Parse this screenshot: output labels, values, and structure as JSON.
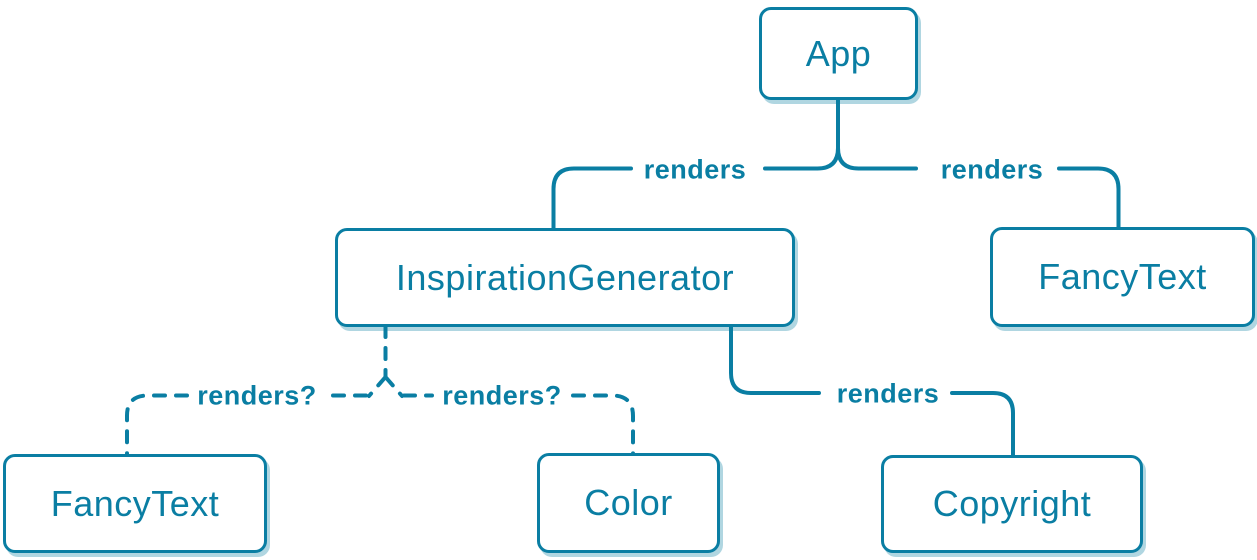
{
  "colors": {
    "accent": "#0a7ea3",
    "background": "#ffffff"
  },
  "nodes": [
    {
      "id": "app",
      "label": "App"
    },
    {
      "id": "inspiration-generator",
      "label": "InspirationGenerator"
    },
    {
      "id": "fancy-text-top",
      "label": "FancyText"
    },
    {
      "id": "fancy-text-bottom",
      "label": "FancyText"
    },
    {
      "id": "color",
      "label": "Color"
    },
    {
      "id": "copyright",
      "label": "Copyright"
    }
  ],
  "edges": [
    {
      "from": "App",
      "to": "InspirationGenerator",
      "label": "renders",
      "style": "solid"
    },
    {
      "from": "App",
      "to": "FancyText",
      "label": "renders",
      "style": "solid"
    },
    {
      "from": "InspirationGenerator",
      "to": "FancyText",
      "label": "renders?",
      "style": "dashed"
    },
    {
      "from": "InspirationGenerator",
      "to": "Color",
      "label": "renders?",
      "style": "dashed"
    },
    {
      "from": "InspirationGenerator",
      "to": "Copyright",
      "label": "renders",
      "style": "solid"
    }
  ]
}
